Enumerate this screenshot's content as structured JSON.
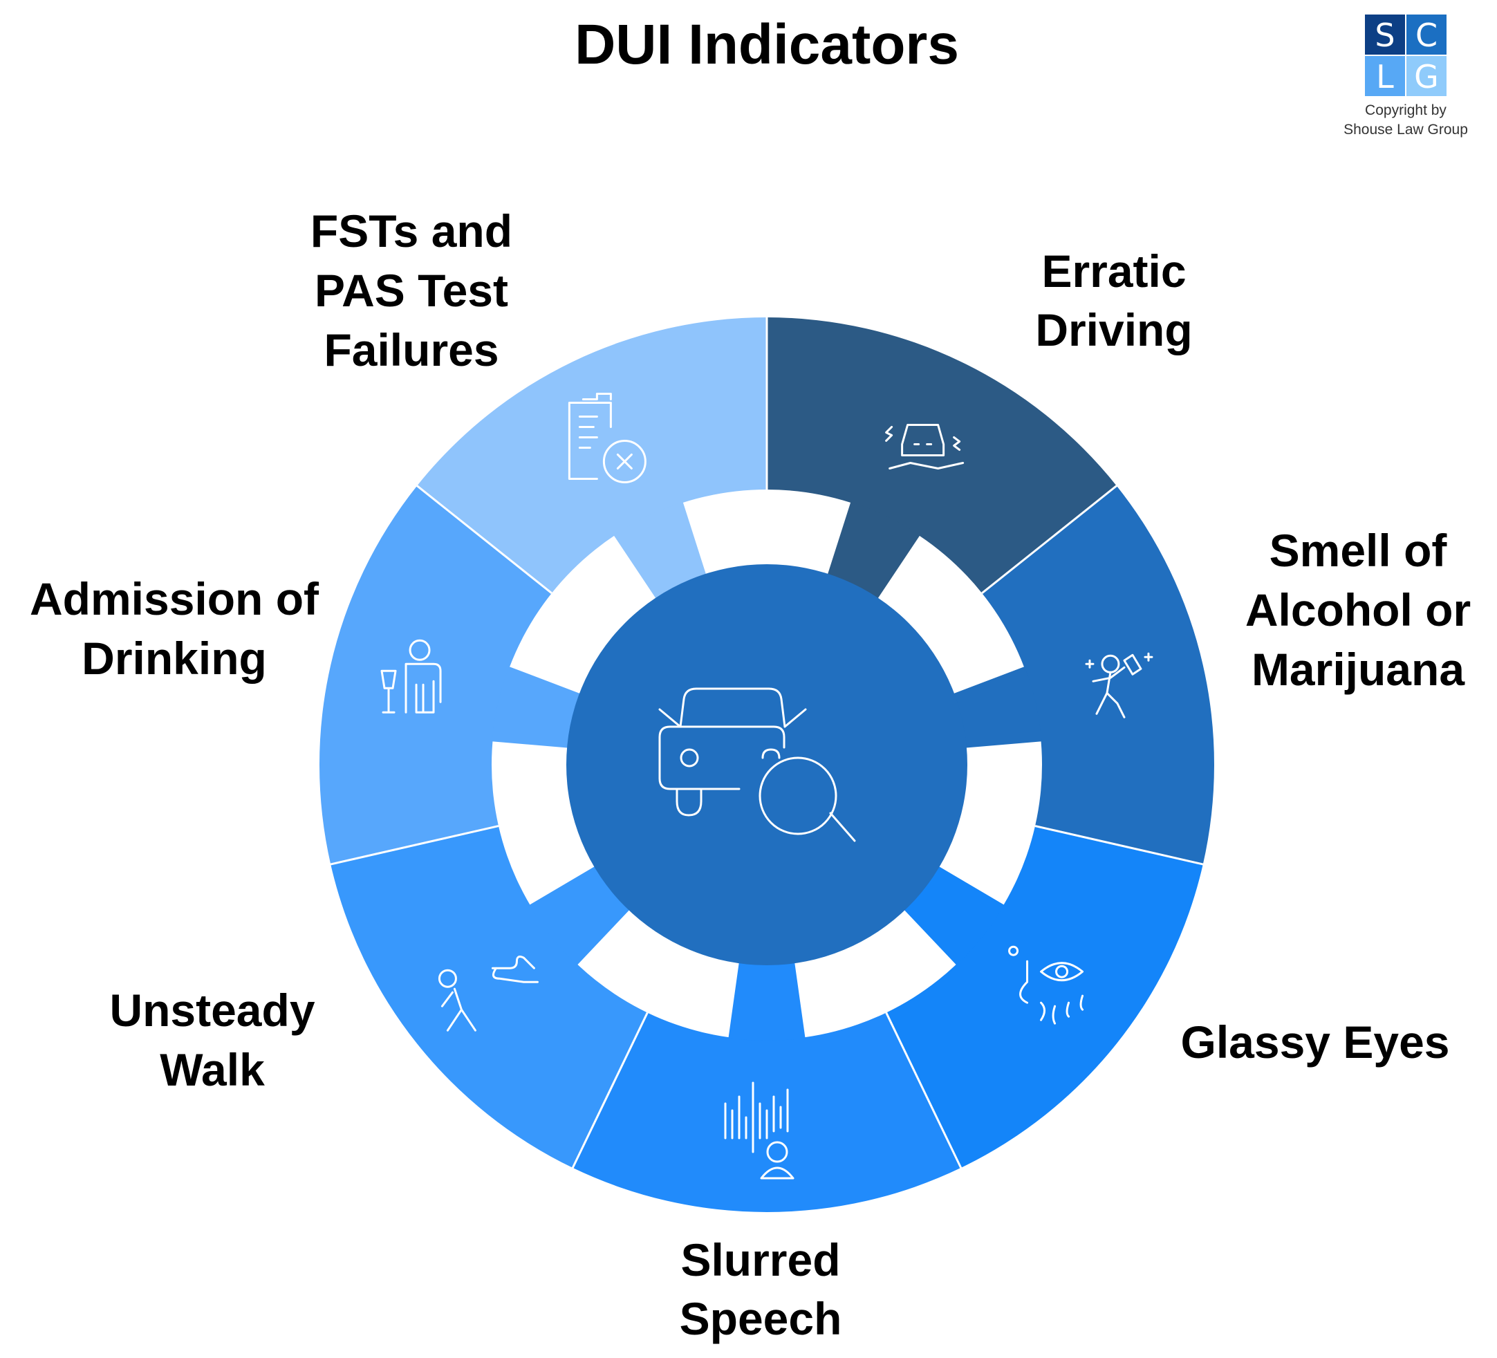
{
  "title": "DUI Indicators",
  "logo": {
    "letters": [
      "S",
      "C",
      "L",
      "G"
    ],
    "colors": [
      "#0d3f85",
      "#1b6fc2",
      "#57a8f5",
      "#8fcbfb"
    ],
    "copyright_line1": "Copyright by",
    "copyright_line2": "Shouse Law Group"
  },
  "center": {
    "icon": "car-magnifier-icon",
    "color": "#216fbf"
  },
  "segments": [
    {
      "label_lines": [
        "Erratic",
        "Driving"
      ],
      "color": "#2c5a85",
      "icon": "swerving-car-icon"
    },
    {
      "label_lines": [
        "Smell of",
        "Alcohol or",
        "Marijuana"
      ],
      "color": "#216fbf",
      "icon": "drunk-person-bottle-icon"
    },
    {
      "label_lines": [
        "Glassy Eyes"
      ],
      "color": "#1485f9",
      "icon": "teary-eye-icon"
    },
    {
      "label_lines": [
        "Slurred",
        "Speech"
      ],
      "color": "#218bfb",
      "icon": "speech-waveform-icon"
    },
    {
      "label_lines": [
        "Unsteady",
        "Walk"
      ],
      "color": "#3898fc",
      "icon": "stumbling-person-icon"
    },
    {
      "label_lines": [
        "Admission of",
        "Drinking"
      ],
      "color": "#57a7fc",
      "icon": "person-with-glass-icon"
    },
    {
      "label_lines": [
        "FSTs and",
        "PAS Test",
        "Failures"
      ],
      "color": "#8fc4fc",
      "icon": "clipboard-fail-icon"
    }
  ]
}
